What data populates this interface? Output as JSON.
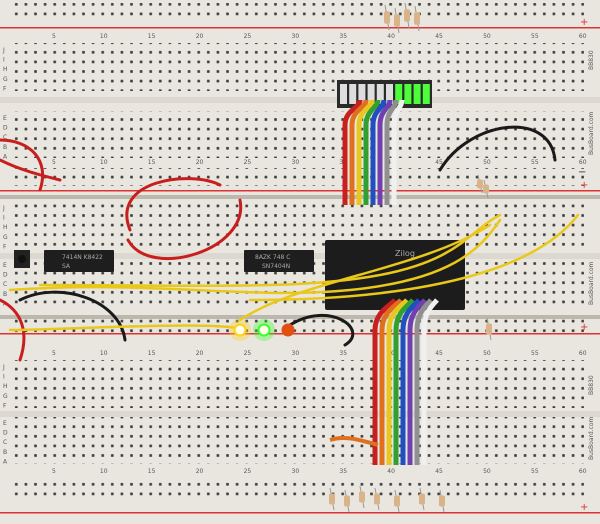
{
  "boards": {
    "model_label": "BB830",
    "brand_label": "BusBoard.com",
    "column_numbers": [
      "5",
      "10",
      "15",
      "20",
      "25",
      "30",
      "35",
      "40",
      "45",
      "50",
      "55",
      "60"
    ],
    "row_letters_top": [
      "J",
      "I",
      "H",
      "G",
      "F"
    ],
    "row_letters_bottom": [
      "E",
      "D",
      "C",
      "B",
      "A"
    ],
    "rail_plus": "+",
    "rail_minus": "−"
  },
  "chips": [
    {
      "name": "7414N K8422",
      "sub": "SA"
    },
    {
      "name": "8AZK 748 C",
      "sub": "SN7404N"
    },
    {
      "name": "Zilog",
      "sub": ""
    }
  ],
  "led_bargraph": {
    "segments": 10,
    "lit": 4,
    "lit_color": "#4dff3a"
  },
  "leds": [
    {
      "color": "#ffd21a",
      "on": true
    },
    {
      "color": "#3aff2a",
      "on": true
    },
    {
      "color": "#e05010",
      "on": false
    }
  ],
  "colors": {
    "board": "#eeebe4",
    "rail_red": "#d33",
    "wire_yellow": "#e9c81a",
    "wire_red": "#c81e1e",
    "wire_black": "#1a1a1a",
    "ribbon": [
      "#c82020",
      "#e07020",
      "#e8c820",
      "#30a030",
      "#2050c0",
      "#7040b0",
      "#909090",
      "#f0f0f0"
    ]
  }
}
